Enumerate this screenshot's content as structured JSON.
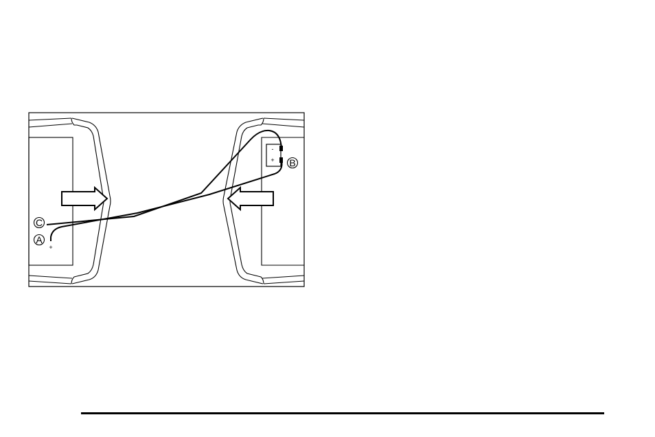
{
  "figure": {
    "callouts": {
      "a": "A",
      "b": "B",
      "c": "C"
    },
    "battery_terminals": {
      "negative": "-",
      "positive": "+"
    },
    "dead_vehicle_terminal": "+",
    "colors": {
      "ink": "#000000",
      "background": "#ffffff"
    }
  }
}
